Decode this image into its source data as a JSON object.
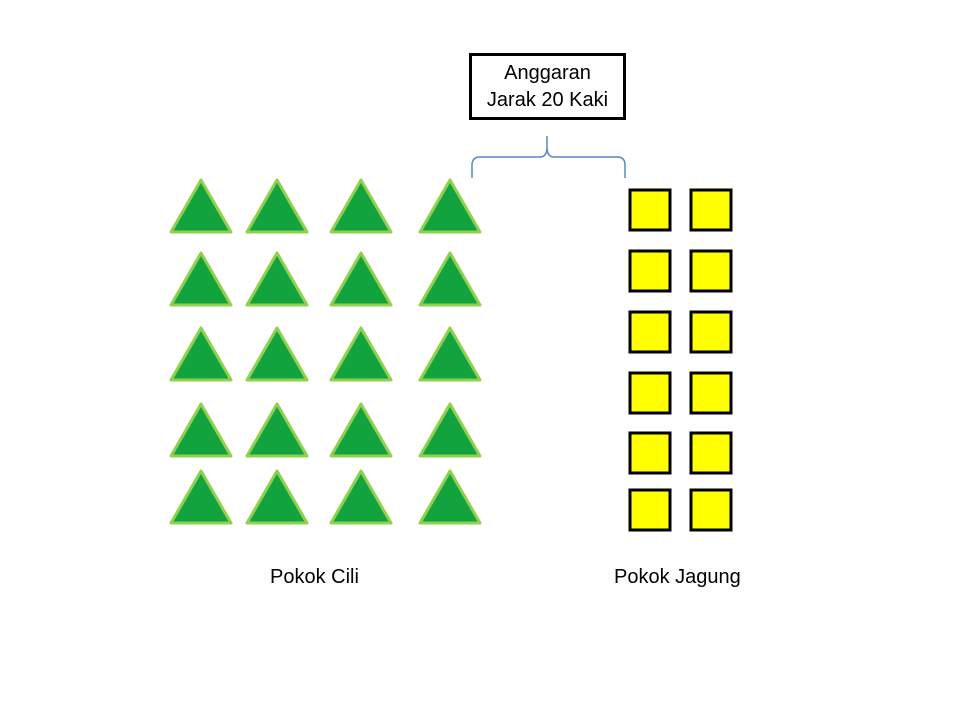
{
  "distance_label": {
    "line1": "Anggaran",
    "line2": "Jarak 20 Kaki"
  },
  "chili_group": {
    "label": "Pokok Cili",
    "rows": 5,
    "cols": 4,
    "shape": "triangle",
    "fill": "#12a33e",
    "stroke": "#8fd14f"
  },
  "corn_group": {
    "label": "Pokok Jagung",
    "rows": 6,
    "cols": 2,
    "shape": "square",
    "fill": "#ffff00",
    "stroke": "#000000"
  },
  "brace_color": "#5b87c6"
}
